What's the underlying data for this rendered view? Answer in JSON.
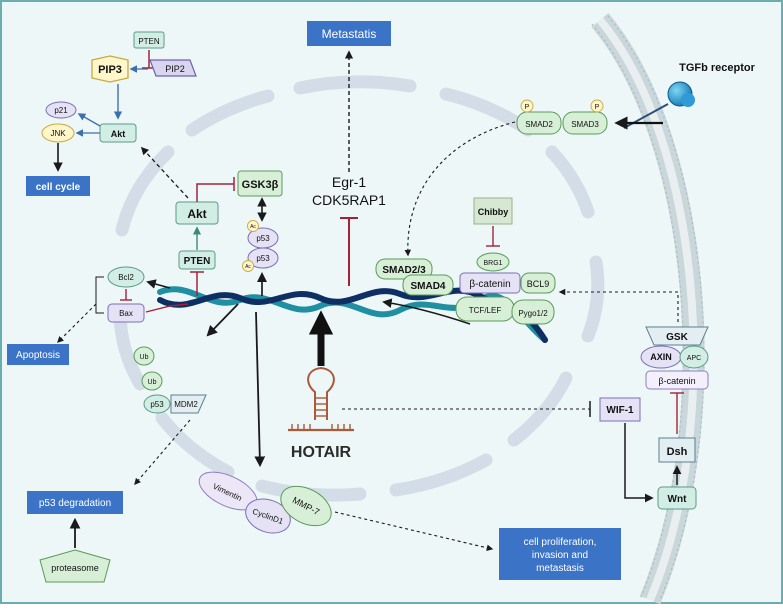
{
  "labels": {
    "metastasis": "Metastatis",
    "tgfb_receptor": "TGFb receptor",
    "pten_top": "PTEN",
    "pip3": "PIP3",
    "pip2": "PIP2",
    "p21": "p21",
    "jnk": "JNK",
    "akt_small": "Akt",
    "cell_cycle": "cell cycle",
    "akt": "Akt",
    "gsk3b": "GSK3β",
    "ac": "Ac",
    "p53": "p53",
    "pten": "PTEN",
    "bcl2": "Bcl2",
    "bax": "Bax",
    "apoptosis": "Apoptosis",
    "ub": "Ub",
    "mdm2": "MDM2",
    "p53_degradation": "p53 degradation",
    "proteasome": "proteasome",
    "egr1": "Egr-1",
    "cdk5rap1": "CDK5RAP1",
    "hotair": "HOTAIR",
    "p_mark": "P",
    "smad2": "SMAD2",
    "smad3": "SMAD3",
    "smad23": "SMAD2/3",
    "smad4": "SMAD4",
    "chibby": "Chibby",
    "brg1": "BRG1",
    "bcatenin": "β-catenin",
    "bcl9": "BCL9",
    "tcflef": "TCF/LEF",
    "pygo": "Pygo1/2",
    "gsk": "GSK",
    "axin": "AXIN",
    "apc": "APC",
    "wif1": "WIF-1",
    "dsh": "Dsh",
    "wnt": "Wnt",
    "vimentin": "Vimentin",
    "cyclind1": "CyclinD1",
    "mmp7": "MMP-7",
    "outcome_line1": "cell proliferation,",
    "outcome_line2": "invasion and",
    "outcome_line3": "metastasis"
  },
  "colors": {
    "background": "#eef7f7",
    "frame": "#6aaeb0",
    "nucleus_rim": "#d3dde8",
    "outcome_box": "#3b73c7",
    "protein_green": "#d6efd6",
    "protein_mint": "#d2eee4",
    "protein_lavender": "#e6e2f5",
    "inhibition": "#a3223a",
    "dna_navy": "#0d2f63",
    "dna_teal": "#1f8fa1"
  }
}
